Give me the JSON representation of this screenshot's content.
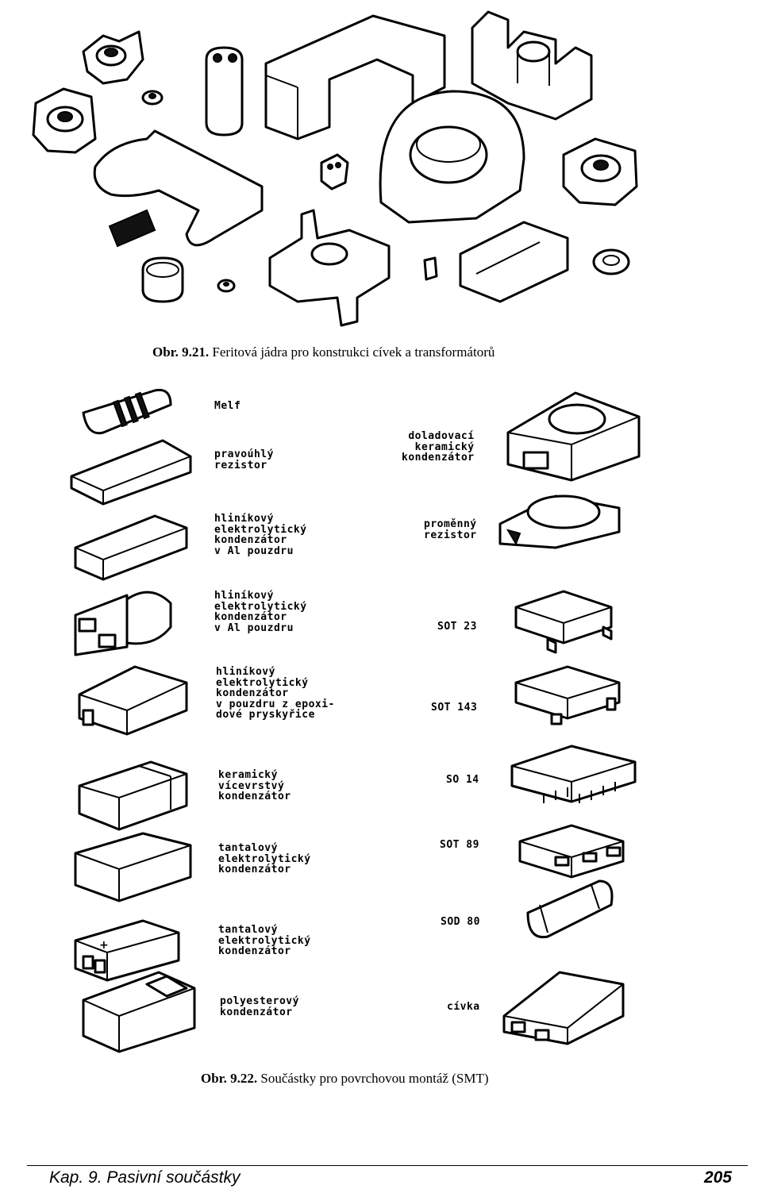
{
  "figure1": {
    "number": "Obr. 9.21.",
    "caption": "Feritová jádra pro konstrukci cívek a transformátorů"
  },
  "figure2": {
    "number": "Obr. 9.22.",
    "caption": "Součástky pro povrchovou montáž (SMT)",
    "labels": {
      "melf": "Melf",
      "rect_resistor": "pravoúhlý\nrezistor",
      "trim_cap": "doladovací\nkeramický\nkondenzátor",
      "al_elyt_1": "hliníkový\nelektrolytický\nkondenzátor\nv Al pouzdru",
      "var_resistor": "proměnný\nrezistor",
      "al_elyt_2": "hliníkový\nelektrolytický\nkondenzátor\nv Al pouzdru",
      "sot23": "SOT 23",
      "al_elyt_epoxy": "hliníkový\nelektrolytický\nkondenzátor\nv pouzdru z epoxi-\ndové pryskyřice",
      "sot143": "SOT 143",
      "ceramic_multi": "keramický\nvícevrstvý\nkondenzátor",
      "so14": "SO 14",
      "tantal_1": "tantalový\nelektrolytický\nkondenzátor",
      "sot89": "SOT 89",
      "tantal_2": "tantalový\nelektrolytický\nkondenzátor",
      "sod80": "SOD 80",
      "polyester": "polyesterový\nkondenzátor",
      "coil": "cívka",
      "plus": "+"
    }
  },
  "footer": {
    "chapter": "Kap. 9. Pasivní součástky",
    "page": "205"
  }
}
